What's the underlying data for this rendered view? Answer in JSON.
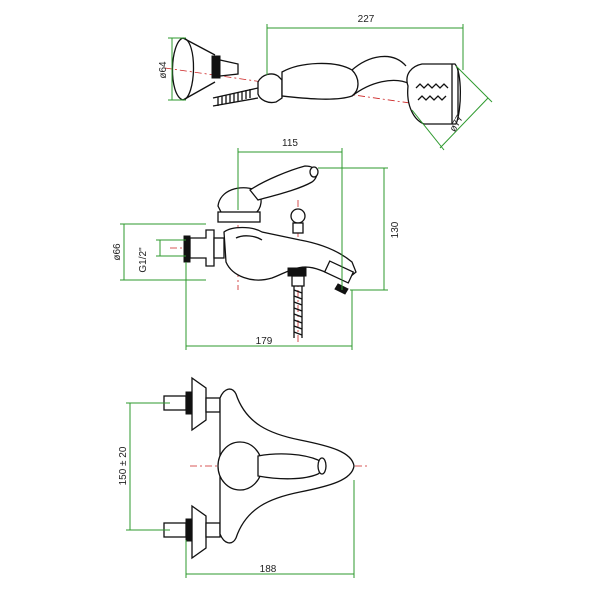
{
  "dimensions": {
    "handshower_length": "227",
    "handle_head_diameter": "ø64",
    "shower_head_diameter": "ø77",
    "lever_offset": "115",
    "body_height": "130",
    "flange_diameter": "ø66",
    "thread": "G1/2\"",
    "body_width_side": "179",
    "inlet_spacing": "150 ± 20",
    "body_width_top": "188"
  },
  "colors": {
    "dimension": "#2e9a2e",
    "centerline": "#cc2222",
    "outline": "#111111"
  }
}
